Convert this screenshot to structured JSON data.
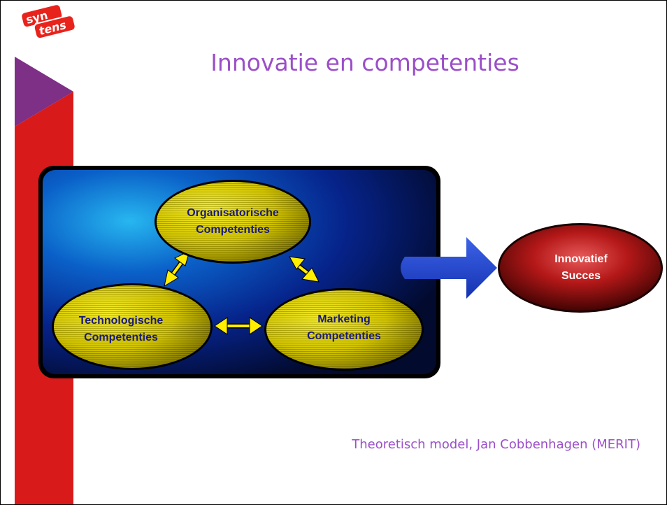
{
  "slide": {
    "title": "Innovatie en competenties",
    "caption": "Theoretisch model, Jan Cobbenhagen (MERIT)",
    "logo": {
      "line1": "syn",
      "line2": "tens"
    }
  },
  "diagram": {
    "nodes": {
      "organisational": {
        "line1": "Organisatorische",
        "line2": "Competenties"
      },
      "technological": {
        "line1": "Technologische",
        "line2": "Competenties"
      },
      "marketing": {
        "line1": "Marketing",
        "line2": "Competenties"
      },
      "outcome": {
        "line1": "Innovatief",
        "line2": "Succes"
      }
    }
  },
  "colors": {
    "title": "#9b4fc8",
    "stripe_red": "#d91a1a",
    "stripe_purple": "#7e2f86",
    "ellipse_fill": "#d8cc00",
    "ellipse_text": "#1a1a7a",
    "arrow_yellow": "#ffee00",
    "arrow_blue": "#1f3fc8",
    "outcome_red": "#8a0e0e"
  }
}
